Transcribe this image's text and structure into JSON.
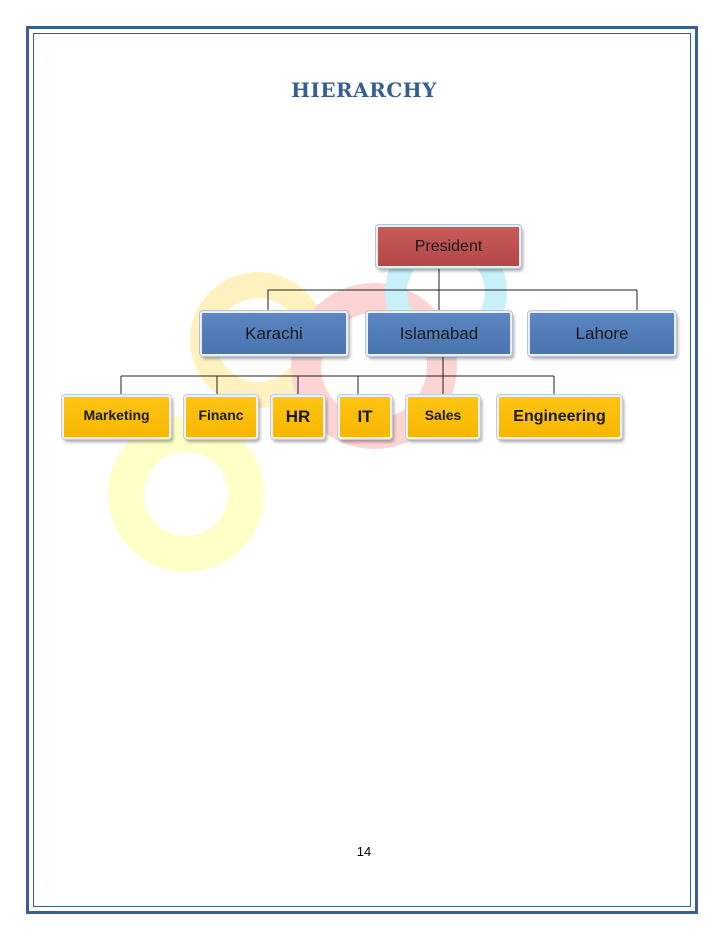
{
  "document": {
    "title": "HIERARCHY",
    "page_number": "14"
  },
  "org_chart": {
    "president": "President",
    "branches": [
      "Karachi",
      "Islamabad",
      "Lahore"
    ],
    "departments": [
      "Marketing",
      "Financ",
      "HR",
      "IT",
      "Sales",
      "Engineering"
    ]
  },
  "colors": {
    "border": "#3a5f8f",
    "title": "#365f91",
    "president_box": "#c0504d",
    "branch_box": "#4f81bd",
    "department_box": "#ffc000"
  }
}
